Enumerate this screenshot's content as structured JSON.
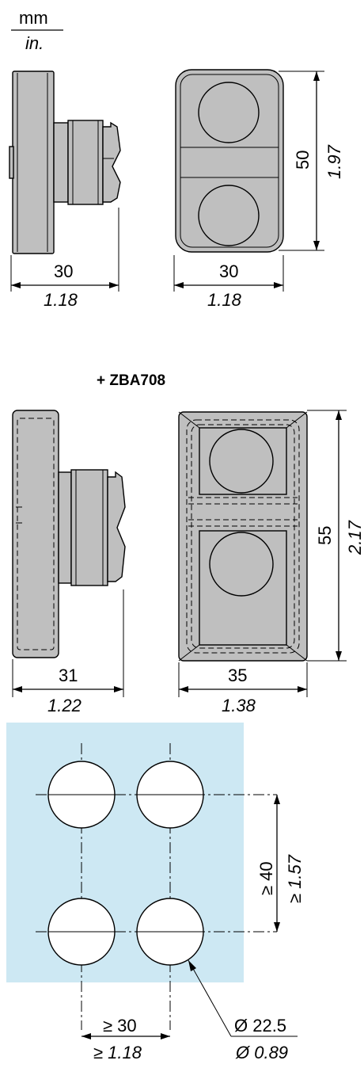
{
  "units": {
    "metric": "mm",
    "imperial": "in."
  },
  "view1": {
    "side_width_mm": "30",
    "side_width_in": "1.18",
    "front_width_mm": "30",
    "front_width_in": "1.18",
    "front_height_mm": "50",
    "front_height_in": "1.97"
  },
  "accessory_label": "+ ZBA708",
  "view2": {
    "side_width_mm": "31",
    "side_width_in": "1.22",
    "front_width_mm": "35",
    "front_width_in": "1.38",
    "front_height_mm": "55",
    "front_height_in": "2.17"
  },
  "cutout": {
    "vertical_spacing_mm": "≥ 40",
    "vertical_spacing_in": "≥ 1.57",
    "horizontal_spacing_mm": "≥ 30",
    "horizontal_spacing_in": "≥ 1.18",
    "hole_diameter_mm": "Ø 22.5",
    "hole_diameter_in": "Ø 0.89",
    "panel_color": "#cde8f3"
  }
}
